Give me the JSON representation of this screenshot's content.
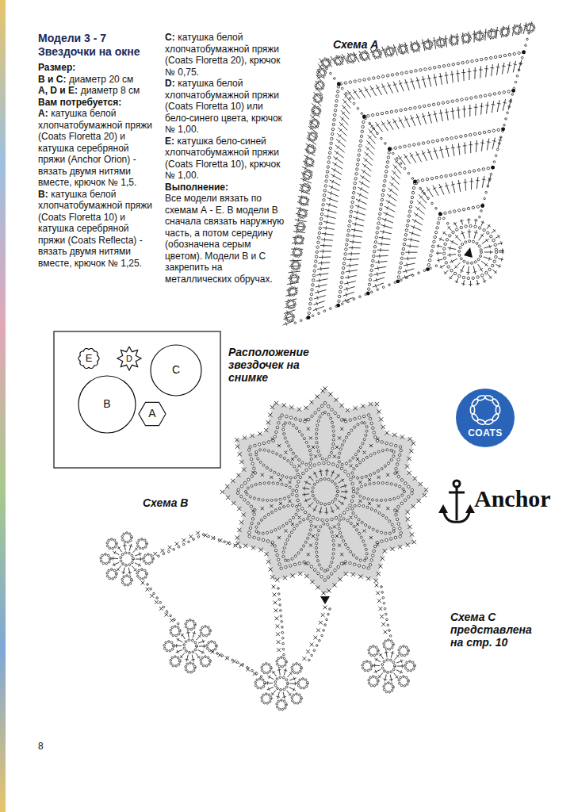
{
  "diagram": {
    "title": "Модели 3 - 7 Звездочки на окне",
    "nodes": [
      {
        "text": [
          "E"
        ]
      },
      {
        "text": [
          "D"
        ]
      },
      {
        "text": [
          "C"
        ]
      },
      {
        "text": [
          "B"
        ]
      },
      {
        "text": [
          "A"
        ]
      },
      {
        "text": [
          "COATS"
        ]
      }
    ],
    "labels": [
      "Размер:",
      "В и С:",
      "диаметр 20 см",
      "А, D и Е:",
      "диаметр 8 см",
      "Вам потребуется:",
      "А:",
      "катушка белой хлопчатобумажной пряжи (Coats Floretta 20) и катушка серебряной пряжи (Anchor Orion) - вязать двумя нитями вместе, крючок № 1,5.",
      "В:",
      "катушка белой хлопчатобумажной пряжи (Coats Floretta 10) и катушка серебряной пряжи (Coats Reflecta) - вязать двумя нитями вместе, крючок № 1,25.",
      "С:",
      "катушка белой хлопчатобумажной пряжи (Coats Floretta 20), крючок № 0,75.",
      "D:",
      "катушка белой хлопчатобумажной пряжи (Coats Floretta 10) или бело-синего цвета, крючок № 1,00.",
      "Е:",
      "катушка бело-синей хлопчатобумажной пряжи (Coats Floretta 10), крючок № 1,00.",
      "Выполнение:",
      "Все модели вязать по схемам А - Е. В модели В сначала связать наружную часть, а потом середину (обозначена серым цветом). Модели В и С закрепить на металлических обручах.",
      "Схема А",
      "Расположение звездочек на снимке",
      "Схема В",
      "Схема С представлена на стр. 10",
      "Anchor",
      "8"
    ]
  }
}
